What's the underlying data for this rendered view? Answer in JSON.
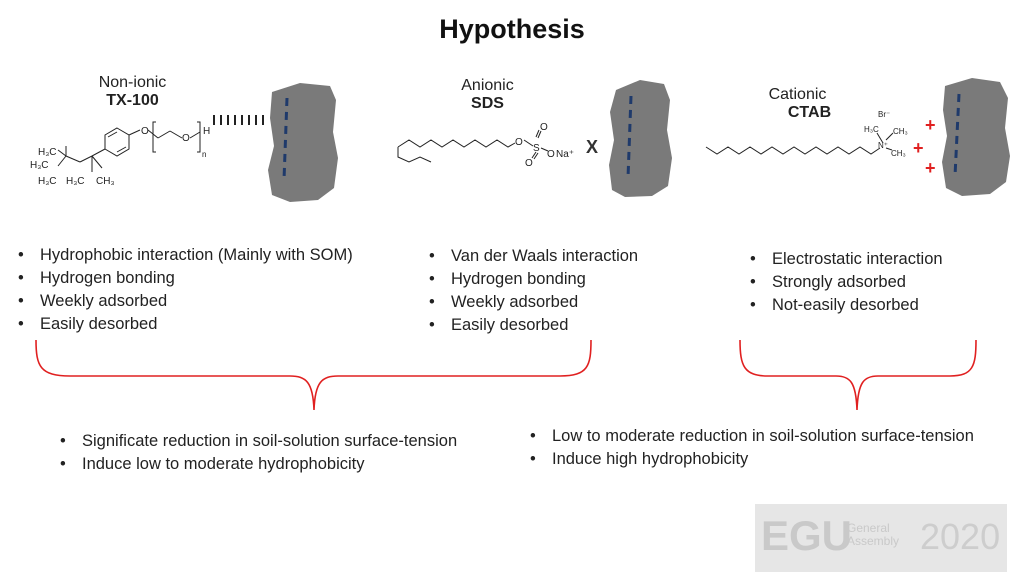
{
  "title": "Hypothesis",
  "surfactants": [
    {
      "type": "Non-ionic",
      "name": "TX-100"
    },
    {
      "type": "Anionic",
      "name": "SDS"
    },
    {
      "type": "Cationic",
      "name": "CTAB"
    }
  ],
  "chem_labels": {
    "tx_h3c_1": "H₃C",
    "tx_h3c_2": "H₃C",
    "tx_h3c_3": "H₃C",
    "tx_h3c_4": "H₃C",
    "tx_ch3": "CH₃",
    "tx_o1": "O",
    "tx_o2": "O",
    "tx_h": "H",
    "tx_n": "n",
    "sds_o1": "O",
    "sds_o2": "O",
    "sds_s": "S",
    "sds_o3": "O",
    "sds_o4": "O",
    "sds_na": "Na⁺",
    "ctab_br": "Br⁻",
    "ctab_h3c": "H₃C",
    "ctab_ch3_1": "CH₃",
    "ctab_n": "N⁺",
    "ctab_ch3_2": "CH₃"
  },
  "blocked_mark": "X",
  "plus_sign": "+",
  "nonionic_bullets": [
    "Hydrophobic interaction (Mainly with SOM)",
    "Hydrogen bonding",
    "Weekly adsorbed",
    "Easily desorbed"
  ],
  "anionic_bullets": [
    "Van der Waals interaction",
    "Hydrogen bonding",
    "Weekly adsorbed",
    "Easily desorbed"
  ],
  "cationic_bullets": [
    "Electrostatic interaction",
    "Strongly adsorbed",
    "Not-easily desorbed"
  ],
  "summary_left": [
    "Significate reduction in soil-solution surface-tension",
    "Induce low to moderate hydrophobicity"
  ],
  "summary_right": [
    "Low to moderate reduction in soil-solution surface-tension",
    "Induce high hydrophobicity"
  ],
  "logo": {
    "abbr": "EGU",
    "line1": "General",
    "line2": "Assembly",
    "year": "2020"
  },
  "colors": {
    "particle": "#7a7a7a",
    "surface_charge": "#1f3a6b",
    "brace": "#e02020",
    "plus": "#e02020"
  }
}
